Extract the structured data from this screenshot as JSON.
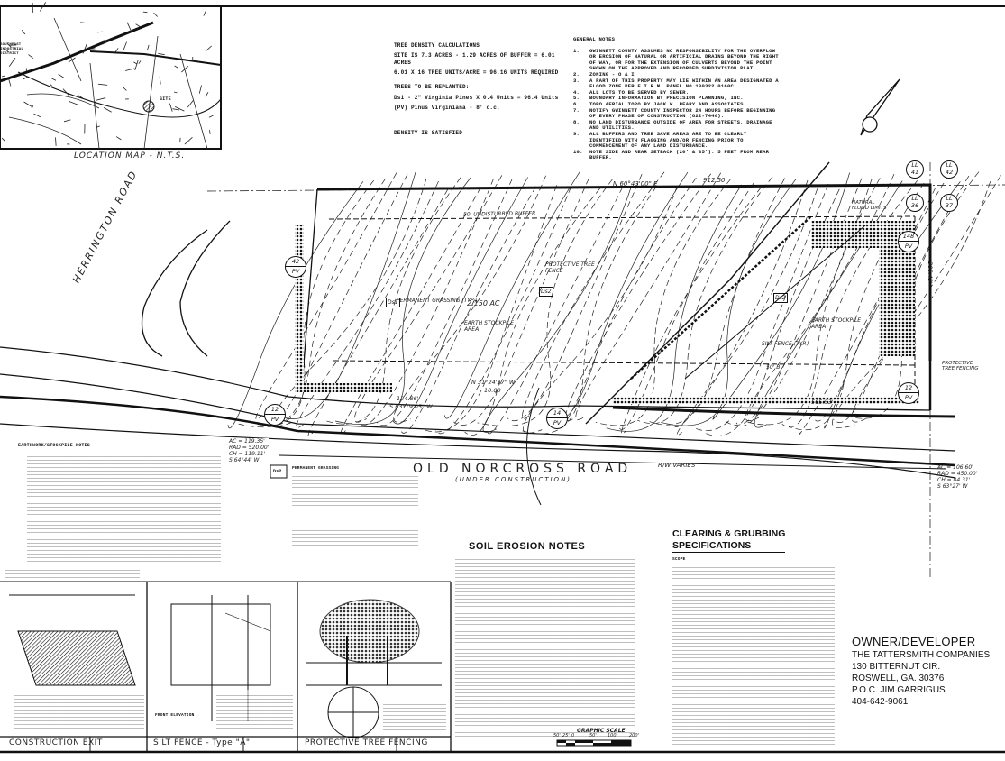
{
  "location_map": {
    "label": "LOCATION MAP - N.T.S.",
    "site_label": "SITE",
    "district_label": "SOUTHEAST INDUSTRIAL DISTRICT"
  },
  "tree_density": {
    "heading": "TREE DENSITY CALCULATIONS",
    "lines": [
      "SITE IS 7.3 ACRES - 1.29 ACRES OF BUFFER = 6.01 ACRES",
      "6.01 X 16 TREE UNITS/ACRE = 96.16 UNITS REQUIRED"
    ],
    "replant_heading": "TREES TO BE REPLANTED:",
    "replant_lines": [
      "Ds1 - 2\" Virginia Pines X 0.4 Units = 96.4 Units",
      "(PV) Pinus Virginiana - 8' o.c."
    ],
    "result": "DENSITY IS SATISFIED"
  },
  "general_notes": {
    "heading": "GENERAL NOTES",
    "items": [
      {
        "num": "1.",
        "text": "GWINNETT COUNTY ASSUMES NO RESPONSIBILITY FOR THE OVERFLOW OR EROSION OF NATURAL OR ARTIFICIAL DRAINS BEYOND THE RIGHT OF WAY, OR FOR THE EXTENSION OF CULVERTS BEYOND THE POINT SHOWN ON THE APPROVED AND RECORDED SUBDIVISION PLAT."
      },
      {
        "num": "2.",
        "text": "ZONING - O & I"
      },
      {
        "num": "3.",
        "text": "A PART OF THIS PROPERTY MAY LIE WITHIN AN AREA DESIGNATED A FLOOD ZONE PER F.I.R.M. PANEL NO 130322 0160C."
      },
      {
        "num": "4.",
        "text": "ALL LOTS TO BE SERVED BY SEWER."
      },
      {
        "num": "5.",
        "text": "BOUNDARY INFORMATION BY PRECISION PLANNING, INC."
      },
      {
        "num": "6.",
        "text": "TOPO AERIAL TOPO BY JACK W. BEARY AND ASSOCIATES."
      },
      {
        "num": "7.",
        "text": "NOTIFY GWINNETT COUNTY INSPECTOR 24 HOURS BEFORE BEGINNING OF EVERY PHASE OF CONSTRUCTION (822-7440)."
      },
      {
        "num": "8.",
        "text": "NO LAND DISTURBANCE OUTSIDE OF AREA FOR STREETS, DRAINAGE AND UTILITIES."
      },
      {
        "num": "9.",
        "text": "ALL BUFFERS AND TREE SAVE AREAS ARE TO BE CLEARLY IDENTIFIED WITH FLAGGING AND/OR FENCING PRIOR TO COMMENCEMENT OF ANY LAND DISTURBANCE."
      },
      {
        "num": "10.",
        "text": "NOTE SIDE AND REAR SETBACK (20' & 35'). 5 FEET FROM REAR BUFFER."
      }
    ]
  },
  "plan": {
    "road_left": "HERRINGTON ROAD",
    "road_bottom": "OLD NORCROSS ROAD",
    "road_bottom_note": "(UNDER CONSTRUCTION)",
    "row_note": "R/W VARIES",
    "area": "2.150 AC",
    "buffer": "50' UNDISTURBED BUFFER",
    "bearing_top": "N 60°43'00\" E",
    "dist_top": "912.50'",
    "bearing_bottom_left": "S 63°19'05\" W",
    "dist_bottom_left": "124.86'",
    "bearing_mid": "N 31°24'57\" W",
    "dist_mid": "10.00",
    "dist_bottom_right": "565.53'",
    "dist_right": "306.43'",
    "labels": {
      "permanent_grassing": "PERMANENT GRASSING (TYP.)",
      "earth_stockpile_1": "EARTH STOCKPILE AREA",
      "earth_stockpile_2": "EARTH STOCKPILE AREA",
      "tree_fence": "PROTECTIVE TREE FENCE",
      "silt_fence": "SILT FENCE (TYP.)",
      "flood_limits": "NATURAL FLOOD LIMITS",
      "tree_fencing_right": "PROTECTIVE TREE FENCING",
      "setback": "50' B",
      "grass_tag_1": "Ds1",
      "grass_tag_2": "Ds2",
      "grass_tag_3": "Ds2"
    },
    "curve_left": [
      "AC = 119.35'",
      "RAD = 520.00'",
      "CH = 119.11'",
      "S 64°44' W"
    ],
    "curve_right": [
      "AC = 106.60'",
      "RAD = 450.00'",
      "CH = 84.31'",
      "S 63°27' W"
    ],
    "tree_tags": [
      {
        "top": "42",
        "bottom": "PV"
      },
      {
        "top": "12",
        "bottom": "PV"
      },
      {
        "top": "14",
        "bottom": "PV"
      },
      {
        "top": "148",
        "bottom": "PV"
      },
      {
        "top": "12",
        "bottom": "PV"
      }
    ],
    "lot_tags": [
      {
        "top": "LL",
        "bottom": "41"
      },
      {
        "top": "LL",
        "bottom": "42"
      },
      {
        "top": "LL",
        "bottom": "36"
      },
      {
        "top": "LL",
        "bottom": "37"
      }
    ]
  },
  "earthwork": {
    "heading": "EARTHWORK/STOCKPILE NOTES"
  },
  "permanent_grassing": {
    "tag": "Ds2",
    "heading": "PERMANENT GRASSING"
  },
  "soil_erosion": {
    "heading": "SOIL EROSION NOTES"
  },
  "clearing": {
    "heading_1": "CLEARING & GRUBBING",
    "heading_2": "SPECIFICATIONS",
    "subheading": "SCOPE"
  },
  "owner": {
    "heading": "OWNER/DEVELOPER",
    "lines": [
      "THE TATTERSMITH COMPANIES",
      "130 BITTERNUT CIR.",
      "ROSWELL, GA. 30376",
      "P.O.C. JIM GARRIGUS",
      "404-642-9061"
    ]
  },
  "details": {
    "construction_exit": "CONSTRUCTION EXIT",
    "silt_fence": "SILT FENCE - Type \"A\"",
    "tree_fencing": "PROTECTIVE TREE FENCING",
    "front_elevation": "FRONT ELEVATION"
  },
  "graphic_scale": {
    "label": "GRAPHIC SCALE",
    "ticks": [
      "50'",
      "25'",
      "0",
      "50'",
      "100'",
      "200'"
    ]
  }
}
